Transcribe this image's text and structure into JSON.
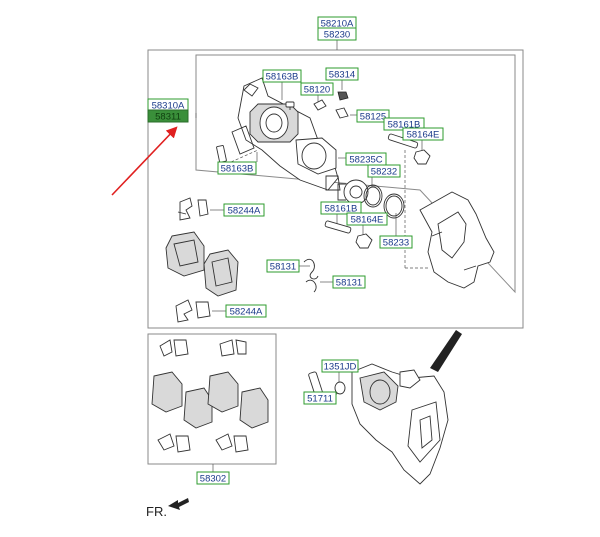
{
  "labels": {
    "l58210a": "58210A",
    "l58230": "58230",
    "l58310a": "58310A",
    "l58311": "58311",
    "l58163b_top": "58163B",
    "l58120": "58120",
    "l58314": "58314",
    "l58125": "58125",
    "l58161b_top": "58161B",
    "l58164e_top": "58164E",
    "l58163b_mid": "58163B",
    "l58235c": "58235C",
    "l58232": "58232",
    "l58161b_mid": "58161B",
    "l58164e_mid": "58164E",
    "l58233": "58233",
    "l58244a_top": "58244A",
    "l58131_a": "58131",
    "l58131_b": "58131",
    "l58244a_bot": "58244A",
    "l1351jd": "1351JD",
    "l51711": "51711",
    "l58302": "58302"
  },
  "direction": {
    "text": "FR."
  },
  "colors": {
    "label_border": "#2e9b2e",
    "label_text": "#1a3a8a",
    "highlight_fill": "#3a8f3a",
    "pointer_arrow": "#e02020"
  }
}
